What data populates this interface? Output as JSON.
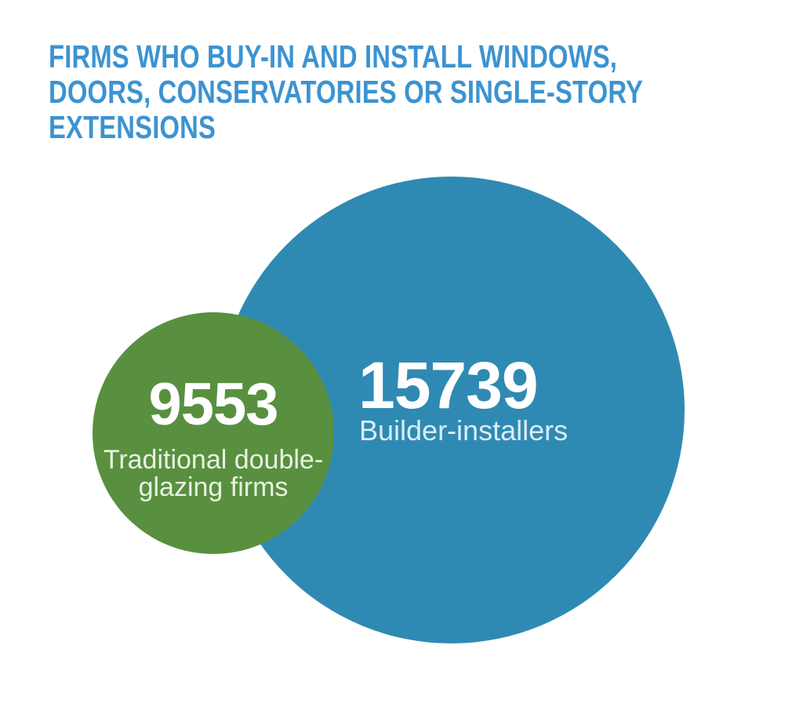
{
  "page": {
    "background": "#ffffff"
  },
  "title": {
    "text": "FIRMS WHO BUY-IN AND INSTALL WINDOWS, DOORS, CONSERVATORIES OR SINGLE-STORY EXTENSIONS",
    "lines": [
      "FIRMS WHO BUY-IN AND INSTALL WINDOWS,",
      "DOORS, CONSERVATORIES OR SINGLE-STORY",
      "EXTENSIONS"
    ],
    "color": "#3c93d1"
  },
  "chart_data": {
    "type": "bubble",
    "title": "FIRMS WHO BUY-IN AND INSTALL WINDOWS, DOORS, CONSERVATORIES OR SINGLE-STORY EXTENSIONS",
    "legend": "none",
    "layout": "two overlapping circles, smaller green circle drawn over larger blue circle, lower-left",
    "series": [
      {
        "label": "Builder-installers",
        "value": 15739,
        "value_label": "15739",
        "color": "#2f8ab3",
        "text_color": "#ffffff"
      },
      {
        "label": "Traditional double-glazing firms",
        "value": 9553,
        "value_label": "9553",
        "color": "#58903f",
        "text_color": "#ffffff"
      }
    ]
  }
}
